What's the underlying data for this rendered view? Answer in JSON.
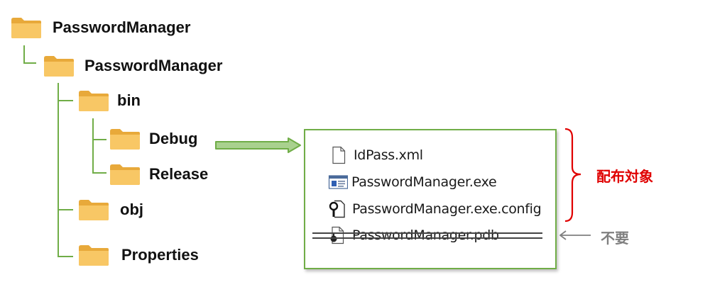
{
  "tree": {
    "root": "PasswordManager",
    "project": "PasswordManager",
    "bin": "bin",
    "debug": "Debug",
    "release": "Release",
    "obj": "obj",
    "properties": "Properties"
  },
  "files": {
    "idpass": "IdPass.xml",
    "exe": "PasswordManager.exe",
    "config": "PasswordManager.exe.config",
    "pdb": "PasswordManager.pdb"
  },
  "callouts": {
    "distribution": "配布対象",
    "unneeded": "不要"
  },
  "colors": {
    "folder": "#f8c765",
    "folder_dark": "#e8a93a",
    "tree_line": "#70ad47",
    "arrow_fill": "#a9d18e",
    "arrow_stroke": "#70ad47",
    "distribution": "#e00000",
    "unneeded": "#7f7f7f"
  },
  "icons": {
    "folder": "folder-icon",
    "xml": "document-icon",
    "exe": "application-icon",
    "config": "config-file-icon",
    "pdb": "debug-symbols-icon"
  }
}
